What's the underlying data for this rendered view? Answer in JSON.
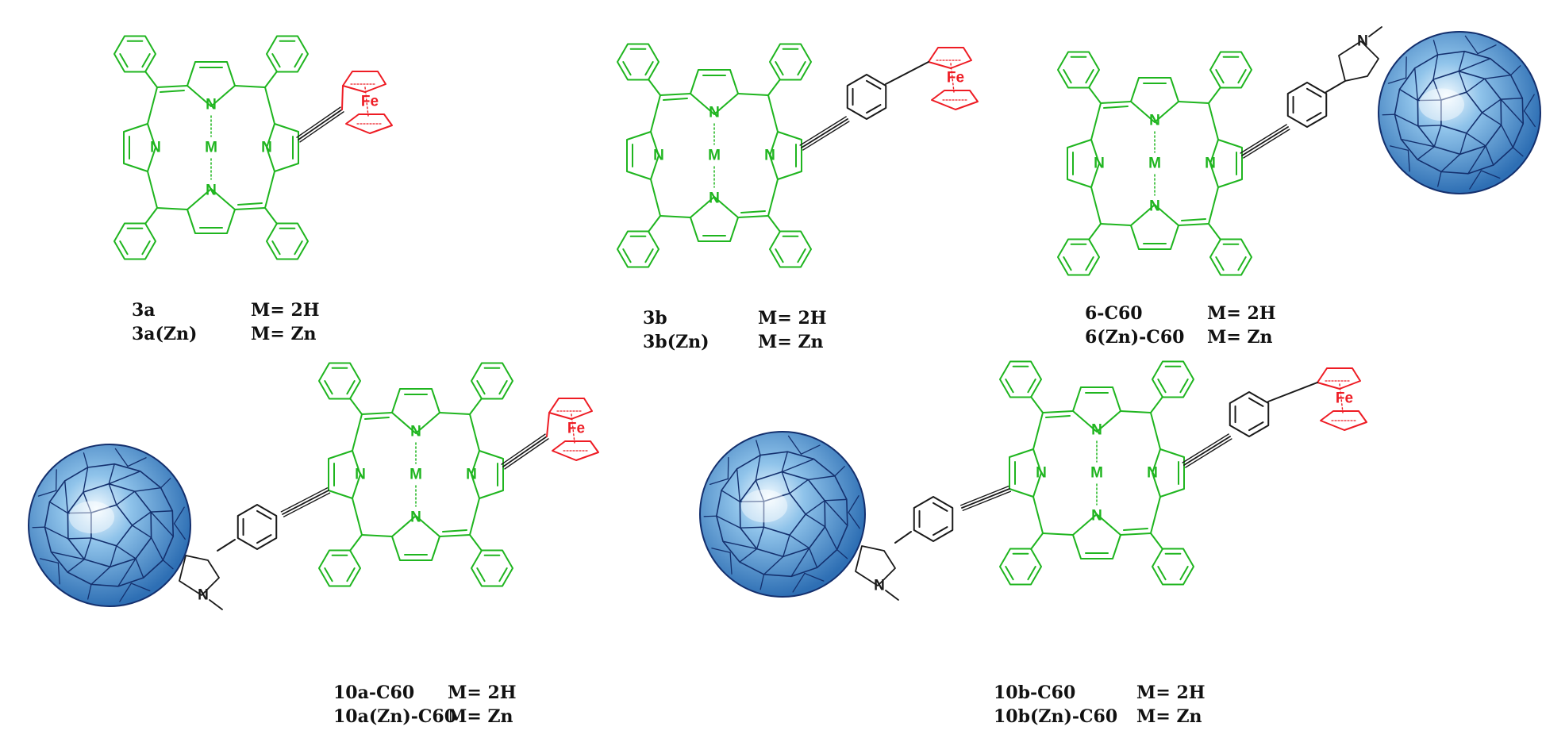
{
  "colors": {
    "porphyrin": "#1fb51f",
    "ferrocene": "#ee1c24",
    "linker": "#1a1a1a",
    "fullerene_fill": "#6aa8df",
    "fullerene_edge": "#14306e"
  },
  "atoms": {
    "n": "N",
    "m": "M",
    "fe": "Fe"
  },
  "molecules": [
    {
      "id": "3a",
      "fullerene": "none",
      "ferrocene": "direct",
      "labels": [
        {
          "name": "3a",
          "m": "M=  2H"
        },
        {
          "name": "3a(Zn)",
          "m": "M=  Zn"
        }
      ]
    },
    {
      "id": "3b",
      "fullerene": "none",
      "ferrocene": "phenyl",
      "labels": [
        {
          "name": "3b",
          "m": "M=  2H"
        },
        {
          "name": "3b(Zn)",
          "m": "M=  Zn"
        }
      ]
    },
    {
      "id": "6",
      "fullerene": "right",
      "ferrocene": "none",
      "labels": [
        {
          "name": "6-C60",
          "m": "M=  2H"
        },
        {
          "name": "6(Zn)-C60",
          "m": "M=  Zn"
        }
      ]
    },
    {
      "id": "10a",
      "fullerene": "left",
      "ferrocene": "direct",
      "labels": [
        {
          "name": "10a-C60",
          "m": "M=  2H"
        },
        {
          "name": "10a(Zn)-C60",
          "m": "M=  Zn"
        }
      ]
    },
    {
      "id": "10b",
      "fullerene": "left",
      "ferrocene": "phenyl",
      "labels": [
        {
          "name": "10b-C60",
          "m": "M=  2H"
        },
        {
          "name": "10b(Zn)-C60",
          "m": "M=  Zn"
        }
      ]
    }
  ]
}
